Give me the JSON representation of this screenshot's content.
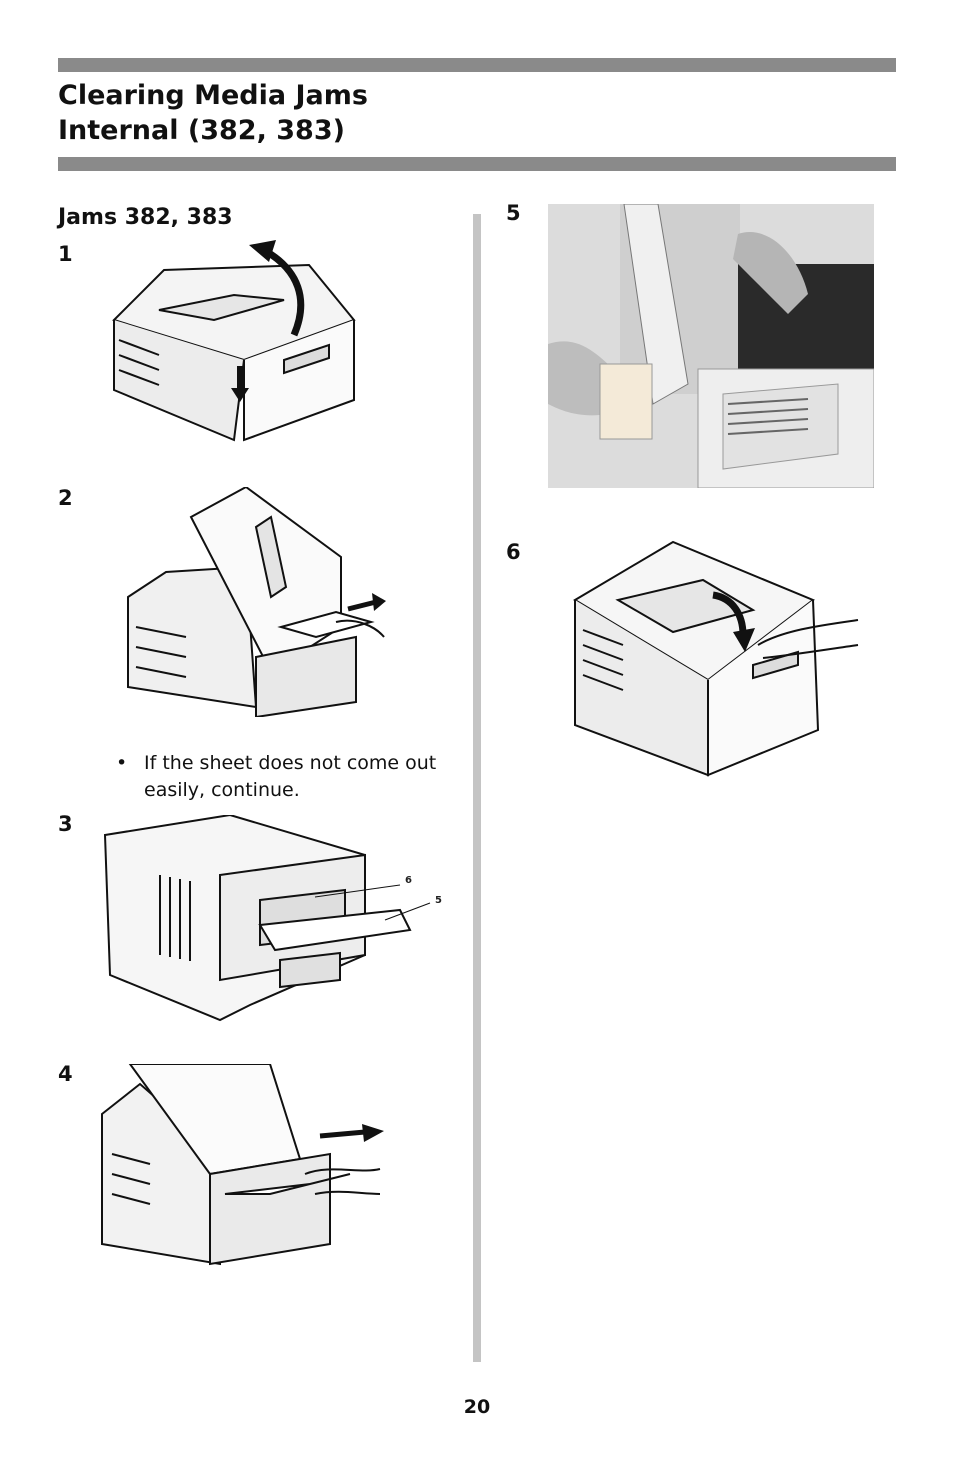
{
  "header": {
    "title_line1": "Clearing Media Jams",
    "title_line2": "Internal (382, 383)"
  },
  "section": {
    "heading": "Jams 382, 383"
  },
  "steps": [
    {
      "number": "1"
    },
    {
      "number": "2"
    },
    {
      "number": "3",
      "callouts": [
        "6",
        "5"
      ]
    },
    {
      "number": "4"
    },
    {
      "number": "5"
    },
    {
      "number": "6"
    }
  ],
  "bullet": {
    "glyph": "•",
    "text": "If the sheet does not come out easily, continue."
  },
  "footer": {
    "page_number": "20"
  }
}
